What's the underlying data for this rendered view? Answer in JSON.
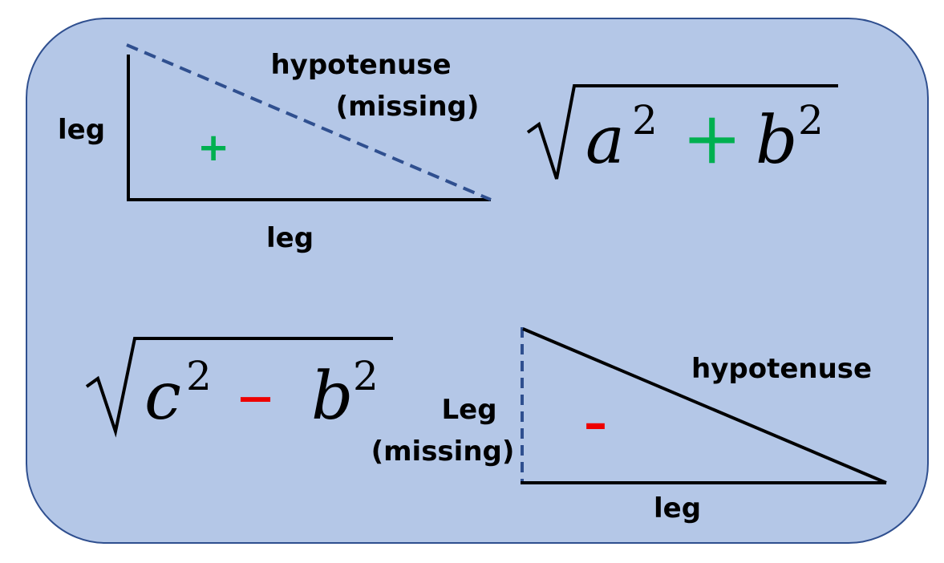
{
  "colors": {
    "panel_fill": "#b4c7e7",
    "panel_border": "#2f4f8f",
    "dashed_line": "#2f4f8f",
    "plus_color": "#00b050",
    "minus_color": "#ee0000"
  },
  "top_triangle": {
    "leg_vertical_label": "leg",
    "leg_horizontal_label": "leg",
    "hypotenuse_label": "hypotenuse",
    "hypotenuse_note": "(missing)",
    "operation_sign": "+"
  },
  "bottom_triangle": {
    "hypotenuse_label": "hypotenuse",
    "missing_leg_label": "Leg",
    "missing_leg_note": "(missing)",
    "leg_horizontal_label": "leg",
    "operation_sign": "–"
  },
  "formula_sum": {
    "var1": "a",
    "exp1": "2",
    "operator": "+",
    "var2": "b",
    "exp2": "2"
  },
  "formula_difference": {
    "var1": "c",
    "exp1": "2",
    "operator": "–",
    "var2": "b",
    "exp2": "2"
  }
}
